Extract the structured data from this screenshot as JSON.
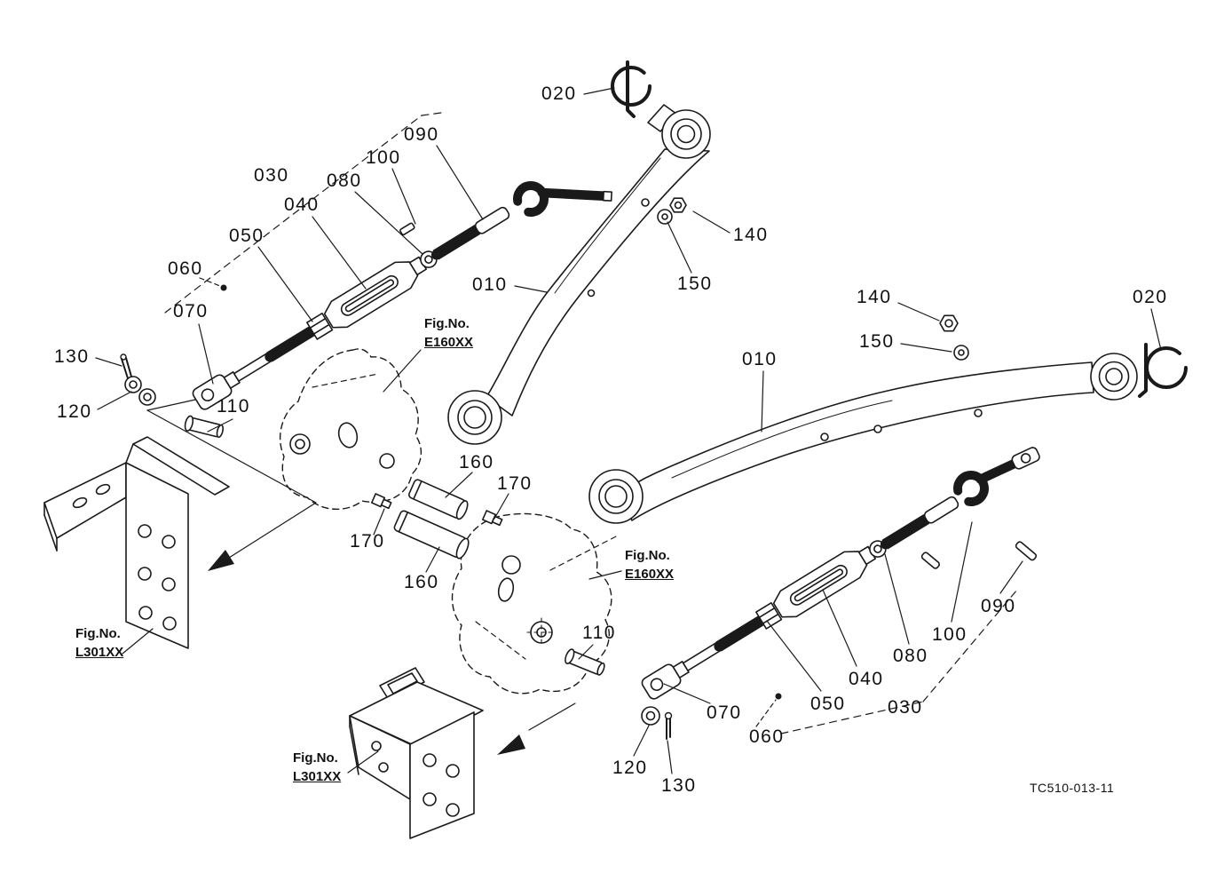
{
  "diagram": {
    "drawing_number": "TC510-013-11",
    "background_color": "#ffffff",
    "line_color": "#1a1a1a",
    "description": "Exploded parts diagram: three-point hitch lower lift arms and lift rods"
  },
  "fig_refs": {
    "prefix": "Fig.No.",
    "e160xx": "E160XX",
    "l301xx": "L301XX"
  },
  "callouts": {
    "p010": "010",
    "p020": "020",
    "p030": "030",
    "p040": "040",
    "p050": "050",
    "p060": "060",
    "p070": "070",
    "p080": "080",
    "p090": "090",
    "p100": "100",
    "p110": "110",
    "p120": "120",
    "p130": "130",
    "p140": "140",
    "p150": "150",
    "p160": "160",
    "p170": "170"
  }
}
